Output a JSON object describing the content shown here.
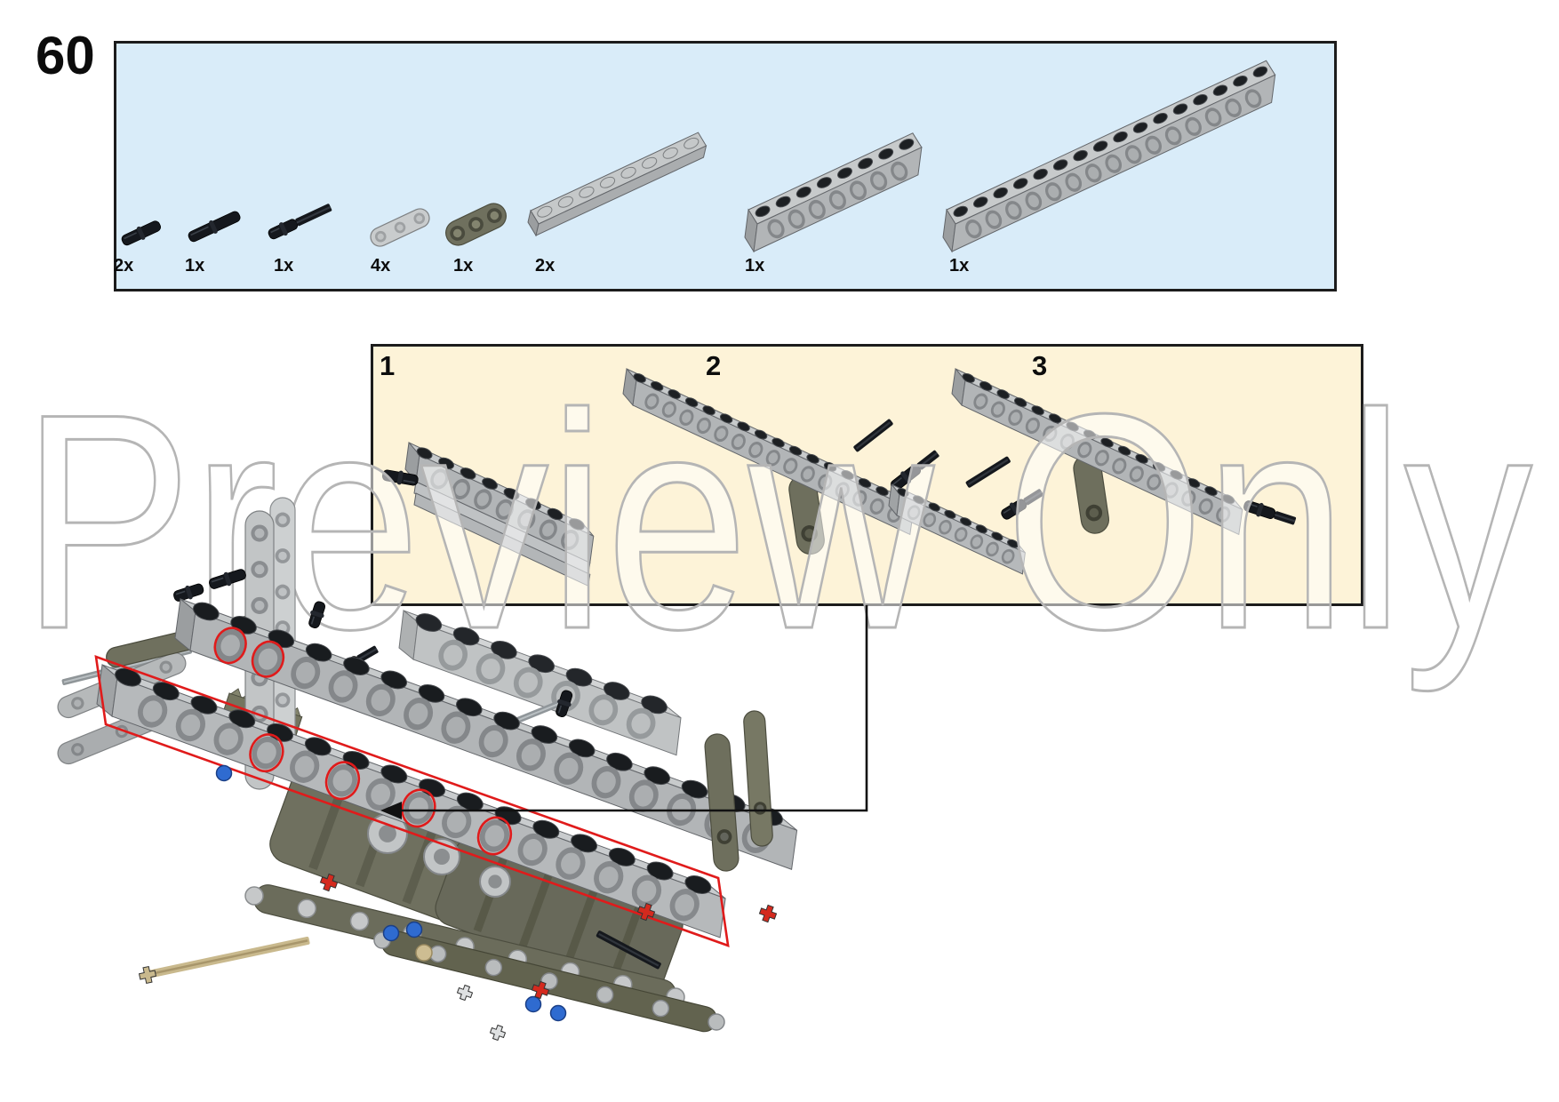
{
  "page": {
    "step_number": "60",
    "watermark": "Preview Only"
  },
  "parts_box": {
    "parts": [
      {
        "count": "2x",
        "name": "technic-pin"
      },
      {
        "count": "1x",
        "name": "technic-pin-3l"
      },
      {
        "count": "1x",
        "name": "technic-axle-pin"
      },
      {
        "count": "4x",
        "name": "thin-liftarm-1x3"
      },
      {
        "count": "1x",
        "name": "liftarm-1x3"
      },
      {
        "count": "2x",
        "name": "plate-1x8"
      },
      {
        "count": "1x",
        "name": "technic-brick-1x8"
      },
      {
        "count": "1x",
        "name": "technic-brick-1x16"
      }
    ]
  },
  "steps_box": {
    "steps": [
      {
        "num": "1"
      },
      {
        "num": "2"
      },
      {
        "num": "3"
      }
    ]
  },
  "colors": {
    "parts_box_bg": "#d9ecf9",
    "steps_box_bg": "#fdf3d8",
    "box_border": "#1c1c1c",
    "highlight_red": "#e01b1b",
    "pin_blue": "#2f6bd0",
    "axle_tan": "#c9b98d",
    "beam_olive": "#6f705e",
    "brick_gray": "#c0c3c5",
    "stud_black": "#1d2023",
    "watermark_gray": "#b5b5b5"
  }
}
